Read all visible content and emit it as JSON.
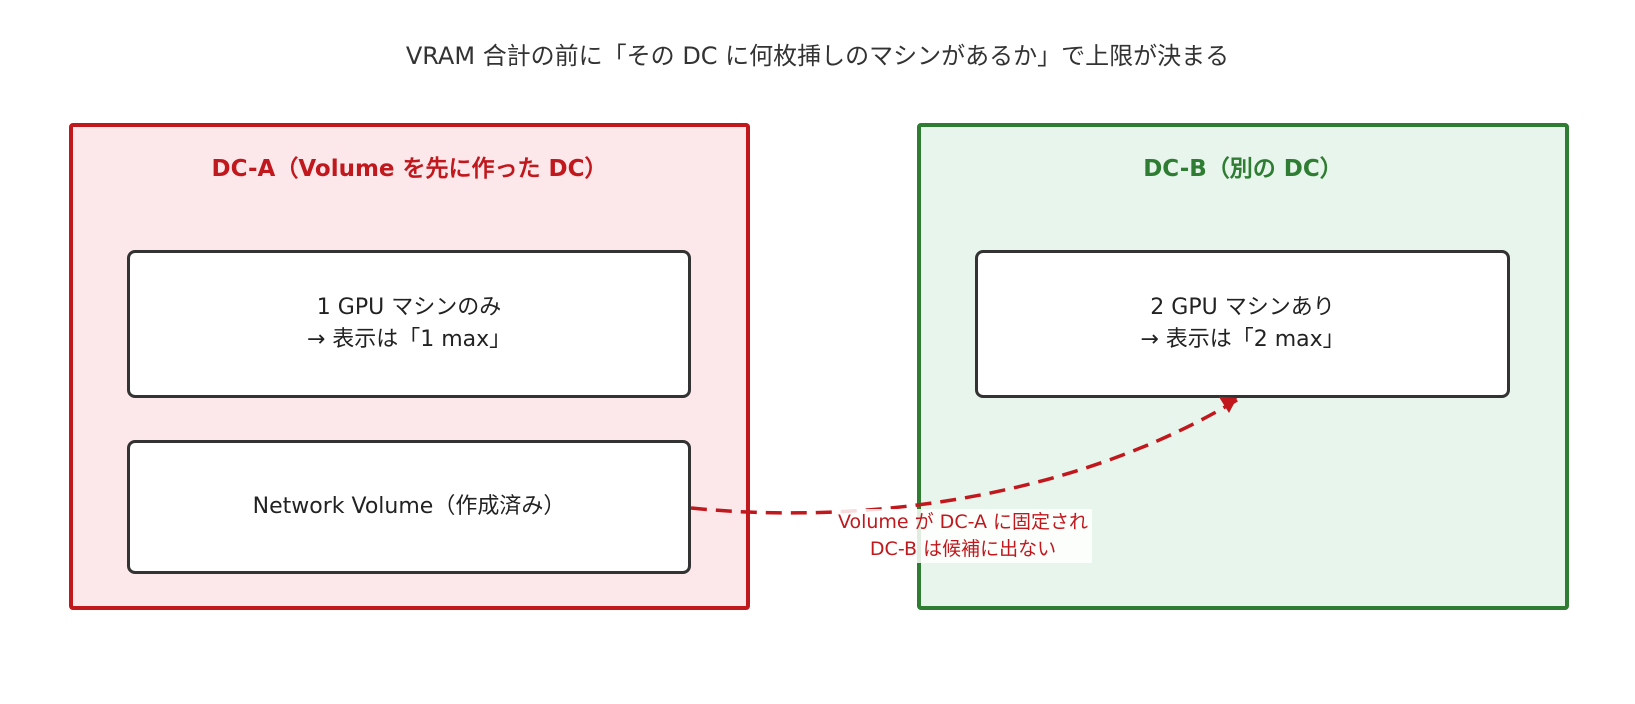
{
  "title": "VRAM 合計の前に「その DC に何枚挿しのマシンがあるか」で上限が決まる",
  "colors": {
    "dc_a_border": "#c0181d",
    "dc_a_fill": "#fce8ea",
    "dc_b_border": "#2e7d32",
    "dc_b_fill": "#e8f5ec",
    "node_border": "#333333",
    "edge": "#c0181d"
  },
  "dc_a": {
    "title": "DC-A（Volume を先に作った DC）",
    "nodes": [
      {
        "line1": "1 GPU マシンのみ",
        "line2": "→ 表示は「1 max」"
      },
      {
        "line1": "Network Volume（作成済み）"
      }
    ]
  },
  "dc_b": {
    "title": "DC-B（別の DC）",
    "nodes": [
      {
        "line1": "2 GPU マシンあり",
        "line2": "→ 表示は「2 max」"
      }
    ]
  },
  "edge": {
    "from": "Network Volume（作成済み）",
    "to": "2 GPU マシンあり",
    "style": "dashed",
    "label_line1": "Volume が DC-A に固定され",
    "label_line2": "DC-B は候補に出ない"
  }
}
